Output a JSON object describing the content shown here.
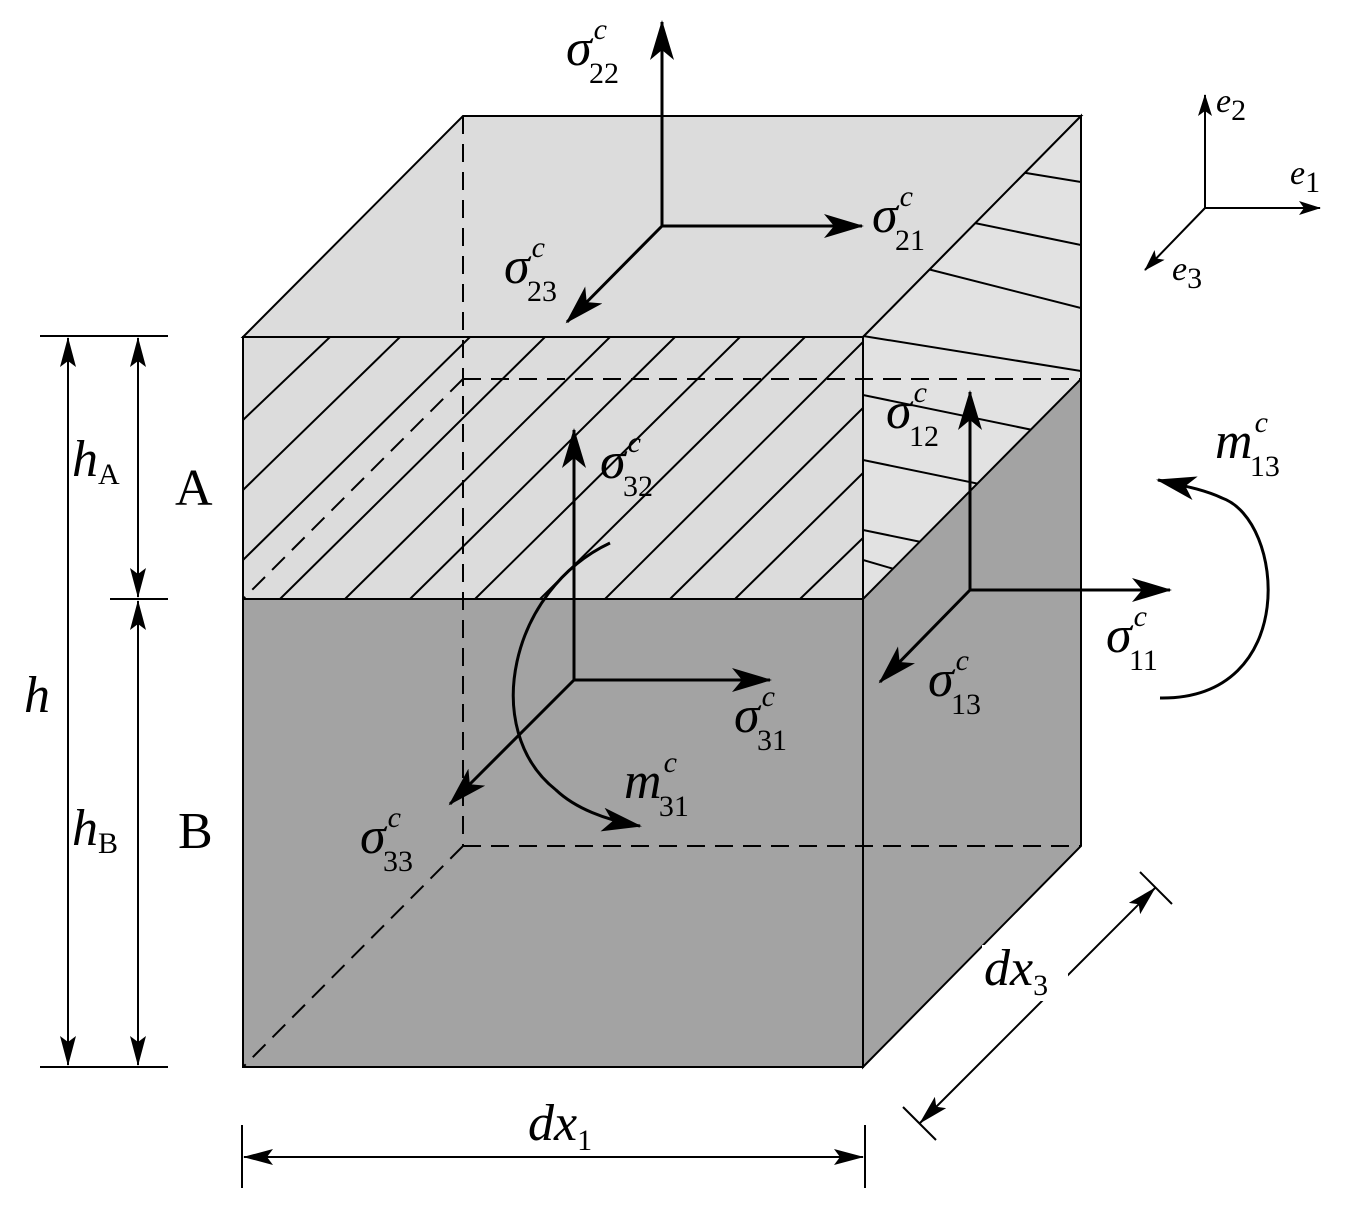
{
  "basis": {
    "e1": {
      "base": "e",
      "sub": "1"
    },
    "e2": {
      "base": "e",
      "sub": "2"
    },
    "e3": {
      "base": "e",
      "sub": "3"
    }
  },
  "stresses": {
    "s22": {
      "base": "σ",
      "sub": "22",
      "sup": "c"
    },
    "s21": {
      "base": "σ",
      "sub": "21",
      "sup": "c"
    },
    "s23": {
      "base": "σ",
      "sub": "23",
      "sup": "c"
    },
    "s32": {
      "base": "σ",
      "sub": "32",
      "sup": "c"
    },
    "s12": {
      "base": "σ",
      "sub": "12",
      "sup": "c"
    },
    "s11": {
      "base": "σ",
      "sub": "11",
      "sup": "c"
    },
    "s13": {
      "base": "σ",
      "sub": "13",
      "sup": "c"
    },
    "s31": {
      "base": "σ",
      "sub": "31",
      "sup": "c"
    },
    "s33": {
      "base": "σ",
      "sub": "33",
      "sup": "c"
    }
  },
  "moments": {
    "m13": {
      "base": "m",
      "sub": "13",
      "sup": "c"
    },
    "m31": {
      "base": "m",
      "sub": "31",
      "sup": "c"
    }
  },
  "layers": {
    "A": "A",
    "B": "B"
  },
  "dimensions": {
    "h": "h",
    "hA": {
      "base": "h",
      "sub": "A"
    },
    "hB": {
      "base": "h",
      "sub": "B"
    },
    "dx1": {
      "base": "dx",
      "sub": "1"
    },
    "dx3": {
      "base": "dx",
      "sub": "3"
    }
  },
  "colors": {
    "top_face": "#dcdcdc",
    "layer_A": "#dcdcdc",
    "layer_B": "#a3a3a3",
    "right_face_A": "#e2e2e2",
    "right_face_B": "#a3a3a3",
    "line": "#000000"
  }
}
